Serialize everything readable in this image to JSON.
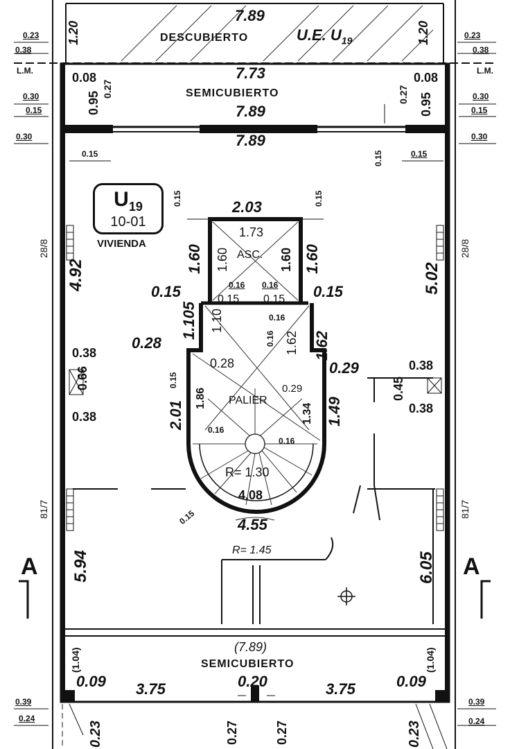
{
  "labels": {
    "descubierto": "DESCUBIERTO",
    "ue": "U.E. U",
    "ue_sub": "19",
    "semicubierto_top": "SEMICUBIERTO",
    "semicubierto_bottom": "SEMICUBIERTO",
    "asc": "ASC.",
    "palier": "PALIER",
    "vivienda": "VIVIENDA",
    "unit_code": "U",
    "unit_sub": "19",
    "unit_num": "10-01",
    "lm_left": "L.M.",
    "lm_right": "L.M.",
    "section_left": "A",
    "section_right": "A",
    "party_left_top": "28/8",
    "party_right_top": "28/8",
    "party_left_bottom": "81/7",
    "party_right_bottom": "81/7"
  },
  "dims": {
    "top_width": "7.89",
    "semi_width": "7.73",
    "semi_lower_width": "7.89",
    "interior_width": "7.89",
    "top_depth_left": "1.20",
    "top_depth_right": "1.20",
    "left_023": "0.23",
    "left_038": "0.38",
    "right_023": "0.23",
    "right_038": "0.38",
    "left_008": "0.08",
    "left_095": "0.95",
    "left_027": "0.27",
    "right_027": "0.27",
    "right_008": "0.08",
    "right_095": "0.95",
    "left_030a": "0.30",
    "left_015a": "0.15",
    "right_030a": "0.30",
    "right_015a": "0.15",
    "left_030b": "0.30",
    "left_015b": "0.15",
    "right_030b": "0.30",
    "right_015b": "0.15",
    "right_015v": "0.15",
    "core_015_left": "0.15",
    "core_015_right": "0.15",
    "core_width": "2.03",
    "core_inner": "1.73",
    "core_160_left": "1.60",
    "core_160_inner_l": "1.60",
    "core_160_inner_r": "1.60",
    "core_160_right": "1.60",
    "core_015_l2": "0.15",
    "core_015_r2": "0.15",
    "core_016a": "0.16",
    "core_016b": "0.16",
    "core_015c": "0.15",
    "core_015d": "0.15",
    "core_1105": "1.105",
    "core_110": "1.10",
    "core_016c": "0.16",
    "core_016v": "0.16",
    "core_162_inner": "1.62",
    "core_162_right": "1.62",
    "core_028_left": "0.28",
    "core_028_inner": "0.28",
    "core_029_right": "0.29",
    "core_029_inner": "0.29",
    "core_015_v2": "0.15",
    "core_186": "1.86",
    "core_201": "2.01",
    "core_134": "1.34",
    "core_149": "1.49",
    "core_016_l3": "0.16",
    "core_016_r3": "0.16",
    "radius_inner": "R= 1.30",
    "arc_inner": "4.08",
    "arc_outer": "4.55",
    "radius_outer": "R= 1.45",
    "core_015_bottom": "0.15",
    "left_492": "4.92",
    "right_502": "5.02",
    "left_038_top": "0.38",
    "left_066": "0.66",
    "left_038_bot": "0.38",
    "right_045": "0.45",
    "right_038_top": "0.38",
    "right_038_bot": "0.38",
    "left_594": "5.94",
    "right_605": "6.05",
    "bottom_789": "(7.89)",
    "bottom_104_left": "(1.04)",
    "bottom_104_right": "(1.04)",
    "bottom_009_left": "0.09",
    "bottom_375_left": "3.75",
    "bottom_020": "0.20",
    "bottom_375_right": "3.75",
    "bottom_009_right": "0.09",
    "bottom_039_left": "0.39",
    "bottom_024_left": "0.24",
    "bottom_039_right": "0.39",
    "bottom_024_right": "0.24",
    "bottom_023_left": "0.23",
    "bottom_027_a": "0.27",
    "bottom_027_b": "0.27",
    "bottom_023_right": "0.23"
  }
}
